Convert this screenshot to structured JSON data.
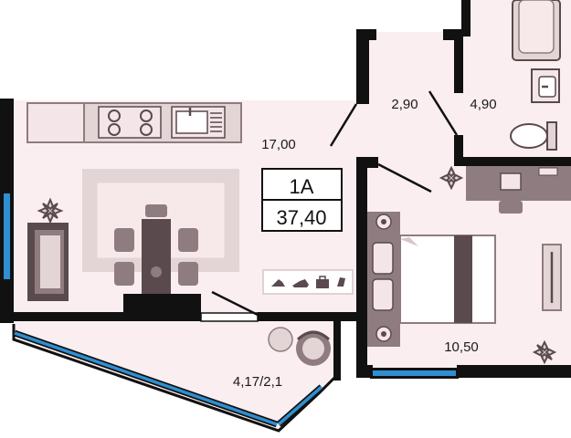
{
  "unit": {
    "name": "1A",
    "total_area": "37,40"
  },
  "rooms": {
    "kitchen_living": {
      "area": "17,00"
    },
    "hall": {
      "area": "2,90"
    },
    "bathroom": {
      "area": "4,90"
    },
    "bedroom": {
      "area": "10,50"
    },
    "balcony": {
      "area": "4,17/2,1"
    }
  },
  "colors": {
    "floor": "#fbeef0",
    "wall": "#111111",
    "furniture_dark": "#5a4a4e",
    "furniture_mid": "#8f7c80",
    "furniture_light": "#e3d4d6",
    "window": "#2f8fd0",
    "balcony_floor": "#fbeef0"
  },
  "icons": [
    "sink-icon",
    "stove-icon",
    "shoes-icon",
    "bag-icon",
    "plant-icon",
    "bathtub-icon",
    "toilet-icon"
  ]
}
